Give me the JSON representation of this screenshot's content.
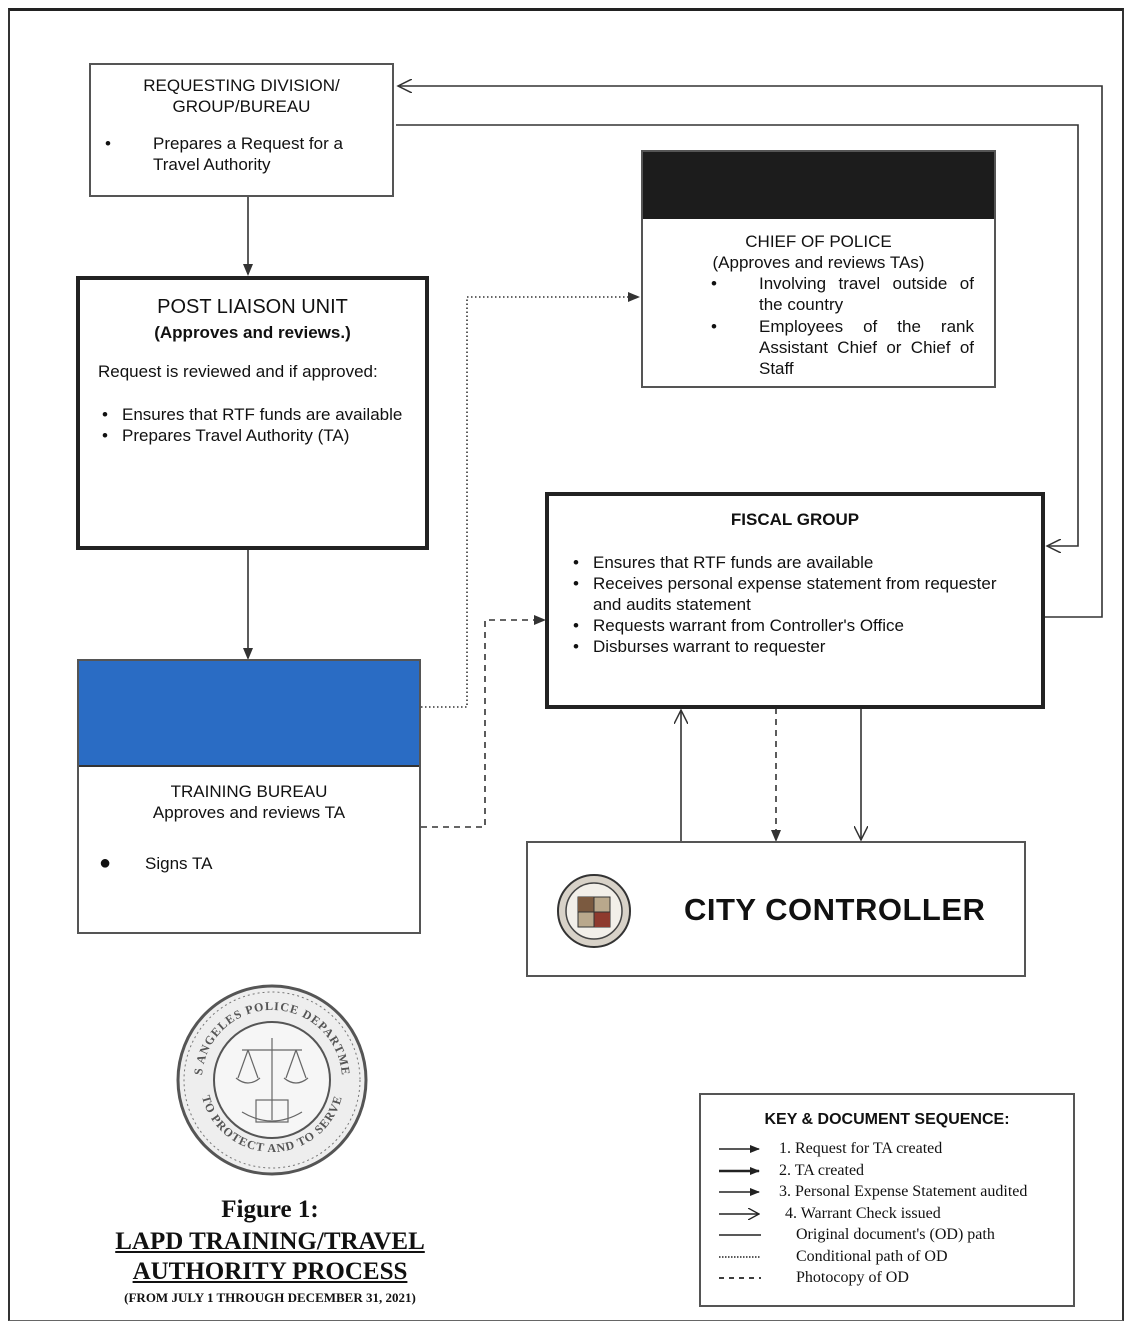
{
  "requesting": {
    "title_line1": "REQUESTING DIVISION/",
    "title_line2": "GROUP/BUREAU",
    "bullets": [
      "Prepares a Request for a Travel Authority"
    ]
  },
  "post": {
    "title": "POST LIAISON UNIT",
    "subtitle": "(Approves and reviews.)",
    "intro": "Request is reviewed and if approved:",
    "bullets": [
      "Ensures that RTF funds are available",
      "Prepares Travel Authority (TA)"
    ]
  },
  "training": {
    "title": "TRAINING BUREAU",
    "subtitle": "Approves and reviews TA",
    "bullets": [
      "Signs TA"
    ],
    "header_color": "#2a6cc4"
  },
  "chief": {
    "title": "CHIEF OF POLICE",
    "subtitle": "(Approves and reviews TAs)",
    "bullets": [
      "Involving travel outside of the country",
      "Employees of the rank Assistant Chief or Chief of Staff"
    ],
    "header_color": "#1c1c1c"
  },
  "fiscal": {
    "title": "FISCAL GROUP",
    "bullets": [
      "Ensures that RTF funds are available",
      "Receives personal expense statement from requester and audits statement",
      "Requests warrant from Controller's Office",
      "Disburses warrant to requester"
    ]
  },
  "controller": {
    "title": "CITY CONTROLLER"
  },
  "seal": {
    "top_text": "POLICE DEPARTMENT",
    "left_text": "LOS ANGELES",
    "bottom_text": "TO PROTECT AND TO SERVE"
  },
  "caption": {
    "figure": "Figure 1:",
    "line1": "LAPD TRAINING/TRAVEL",
    "line2": "AUTHORITY PROCESS",
    "period": "(FROM JULY 1 THROUGH DECEMBER 31, 2021)"
  },
  "legend": {
    "title": "KEY & DOCUMENT SEQUENCE:",
    "items": [
      "1. Request for TA created",
      "2. TA created",
      "3. Personal Expense Statement audited",
      "4. Warrant Check issued",
      "Original document's (OD) path",
      "Conditional path of OD",
      "Photocopy of OD"
    ]
  }
}
